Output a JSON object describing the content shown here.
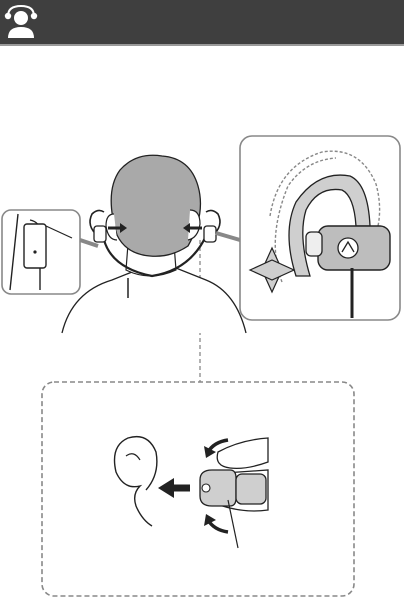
{
  "header": {
    "icon": "person-headphones-icon"
  },
  "illustrations": {
    "main": "person-back-view-wearing-earhooks",
    "cable_clip_detail": "cable-clip-detail",
    "earhook_adjust_detail": "earhook-adjust-detail",
    "ear_tip_insert_detail": "ear-tip-insertion-detail"
  },
  "colors": {
    "header": "#3f3f3f",
    "line": "#222222",
    "gray_fill": "#c8c8c8",
    "dashed": "#888888"
  }
}
